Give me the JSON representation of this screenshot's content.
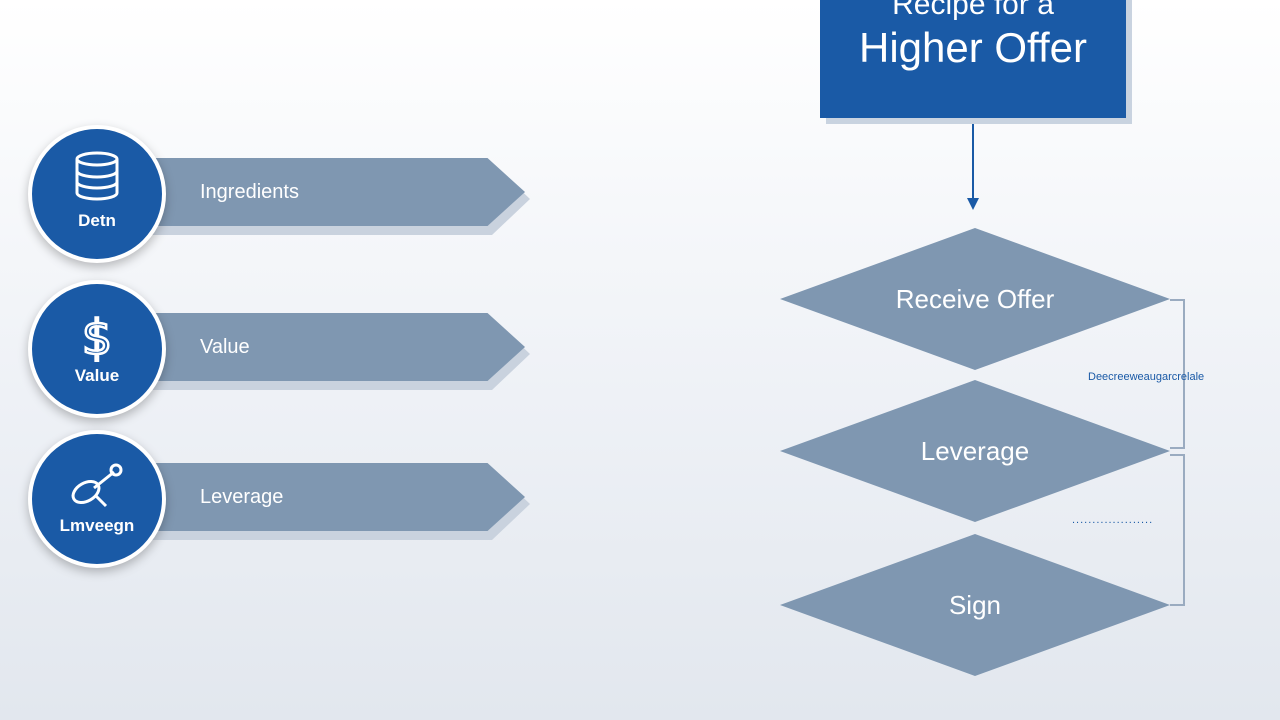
{
  "title": {
    "line1": "Recipe for a",
    "line2": "Higher Offer"
  },
  "ingredients": [
    {
      "circle_label": "Detn",
      "bar_label": "Ingredients",
      "icon": "database-icon"
    },
    {
      "circle_label": "Value",
      "bar_label": "Value",
      "icon": "dollar-icon"
    },
    {
      "circle_label": "Lmveegn",
      "bar_label": "Leverage",
      "icon": "link-icon"
    }
  ],
  "steps": [
    {
      "label": "Receive Offer"
    },
    {
      "label": "Leverage"
    },
    {
      "label": "Sign"
    }
  ],
  "side_notes": [
    "Deecreeweaugarcrelale",
    "...................."
  ],
  "colors": {
    "primary_blue": "#1a5aa6",
    "slate": "#7f97b1"
  }
}
